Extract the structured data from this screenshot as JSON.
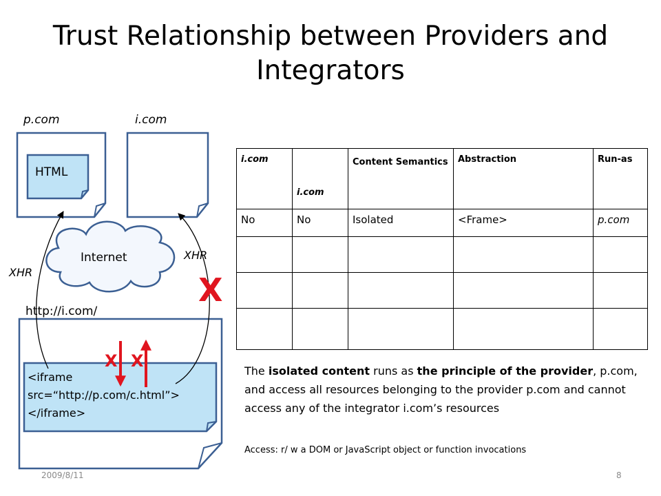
{
  "slide": {
    "title_line1": "Trust Relationship between Providers and",
    "title_line2": "Integrators",
    "date": "2009/8/11",
    "page_number": "8"
  },
  "diagram": {
    "provider_label": "p.com",
    "integrator_label": "i.com",
    "html_label": "HTML",
    "internet_label": "Internet",
    "xhr_left_label": "XHR",
    "xhr_right_label": "XHR",
    "url_label": "http://i.com/",
    "iframe_line1": "<iframe",
    "iframe_line2": "src=“http://p.com/c.html”>",
    "iframe_line3": "</iframe>",
    "blocked_big": "X",
    "blocked_small_left": "X",
    "blocked_small_right": "X",
    "colors": {
      "box_fill": "#bfe3f6",
      "box_stroke": "#3b5f93",
      "blocked": "#e0151f"
    }
  },
  "table": {
    "headers": {
      "col1": "i.com",
      "col2": "i.com",
      "col3": "Content Semantics",
      "col4": "Abstraction",
      "col5": "Run-as"
    },
    "row1": {
      "c1": "No",
      "c2": "No",
      "c3": "Isolated",
      "c4": "<Frame>",
      "c5": "p.com"
    }
  },
  "text": {
    "p_part1": "The ",
    "p_bold1": "isolated content",
    "p_part2": " runs as ",
    "p_bold2": "the principle of the provider",
    "p_part3": ", p.com, and access all resources belonging to the provider p.com and cannot access any of the integrator i.com’s resources",
    "note": "Access: r/ w a DOM or JavaScript object or function invocations"
  }
}
